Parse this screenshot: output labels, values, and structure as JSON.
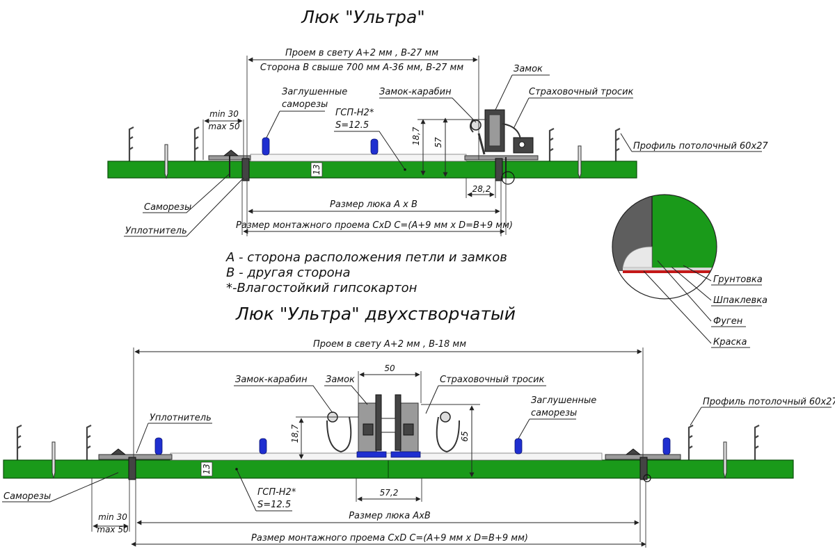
{
  "top": {
    "title": "Люк \"Ультра\"",
    "opening_line1": "Проем в свету А+2 мм , В-27 мм",
    "opening_line2": "Сторона В свыше 700 мм А-36 мм, В-27 мм",
    "lock": "Замок",
    "carabiner": "Замок-карабин",
    "safety_cable": "Страховочный тросик",
    "plugged_screws_1": "Заглушенные",
    "plugged_screws_2": "саморезы",
    "min": "min 30",
    "max": "max 50",
    "gsp_1": "ГСП-Н2*",
    "gsp_2": "S=12.5",
    "dim_18_7": "18,7",
    "dim_57": "57",
    "dim_13": "13",
    "dim_28_2": "28,2",
    "profile": "Профиль потолочный 60х27",
    "screws": "Саморезы",
    "seal": "Уплотнитель",
    "hatch_size": "Размер люка А х В",
    "mount_opening": "Размер монтажного проема СхD С=(А+9 мм х D=В+9 мм)"
  },
  "legend": {
    "line_a": "А - сторона расположения петли и замков",
    "line_b": "В - другая сторона",
    "line_c": "*-Влагостойкий гипсокартон"
  },
  "detail": {
    "primer": "Грунтовка",
    "putty": "Шпаклевка",
    "fugen": "Фуген",
    "paint": "Краска"
  },
  "bottom": {
    "title": "Люк \"Ультра\" двухстворчатый",
    "opening": "Проем в свету А+2 мм , В-18 мм",
    "dim_50": "50",
    "carabiner": "Замок-карабин",
    "lock": "Замок",
    "safety_cable": "Страховочный тросик",
    "seal": "Уплотнитель",
    "plugged_screws_1": "Заглушенные",
    "plugged_screws_2": "саморезы",
    "profile": "Профиль потолочный 60х27",
    "dim_18_7": "18,7",
    "dim_65": "65",
    "dim_13": "13",
    "gsp_1": "ГСП-Н2*",
    "gsp_2": "S=12.5",
    "dim_57_2": "57,2",
    "screws": "Саморезы",
    "min": "min 30",
    "max": "max 50",
    "hatch_size": "Размер люка АхВ",
    "mount_opening": "Размер монтажного проема СхD С=(А+9 мм х D=В+9 мм)"
  }
}
